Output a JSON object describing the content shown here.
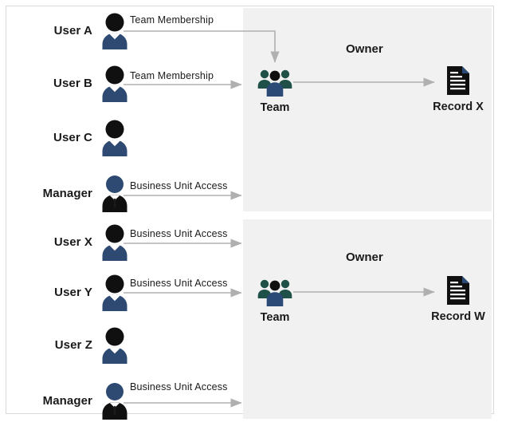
{
  "diagram": {
    "title": "Team ownership and business unit access diagram",
    "colors": {
      "panel_background": "#f1f1f1",
      "canvas_background": "#ffffff",
      "frame_border": "#d9d9d9",
      "user_body_navy": "#2e4a72",
      "user_head_black": "#101010",
      "manager_head_navy": "#2e4a72",
      "manager_suit_black": "#101010",
      "team_back_teal": "#1f5148",
      "team_front_navy": "#2b4a76",
      "doc_black": "#101010",
      "doc_corner_navy": "#2b4a76",
      "connector_gray": "#b0b0b0",
      "text_dark": "#1a1a1a"
    },
    "actors": [
      {
        "label": "User A",
        "icon": "person-icon",
        "connector": "Team Membership",
        "connector_type": "elbow-down"
      },
      {
        "label": "User B",
        "icon": "person-icon",
        "connector": "Team Membership",
        "connector_type": "straight"
      },
      {
        "label": "User C",
        "icon": "person-icon",
        "connector": "",
        "connector_type": "none"
      },
      {
        "label": "Manager",
        "icon": "manager-icon",
        "connector": "Business Unit Access",
        "connector_type": "straight"
      },
      {
        "label": "User X",
        "icon": "person-icon",
        "connector": "Business Unit Access",
        "connector_type": "straight"
      },
      {
        "label": "User Y",
        "icon": "person-icon",
        "connector": "Business Unit Access",
        "connector_type": "straight"
      },
      {
        "label": "User Z",
        "icon": "person-icon",
        "connector": "",
        "connector_type": "none"
      },
      {
        "label": "Manager",
        "icon": "manager-icon",
        "connector": "Business Unit Access",
        "connector_type": "straight"
      }
    ],
    "panels": [
      {
        "relation_label": "Owner",
        "team": {
          "caption": "Team",
          "icon": "team-icon"
        },
        "record": {
          "caption": "Record X",
          "icon": "document-icon"
        }
      },
      {
        "relation_label": "Owner",
        "team": {
          "caption": "Team",
          "icon": "team-icon"
        },
        "record": {
          "caption": "Record W",
          "icon": "document-icon"
        }
      }
    ]
  }
}
